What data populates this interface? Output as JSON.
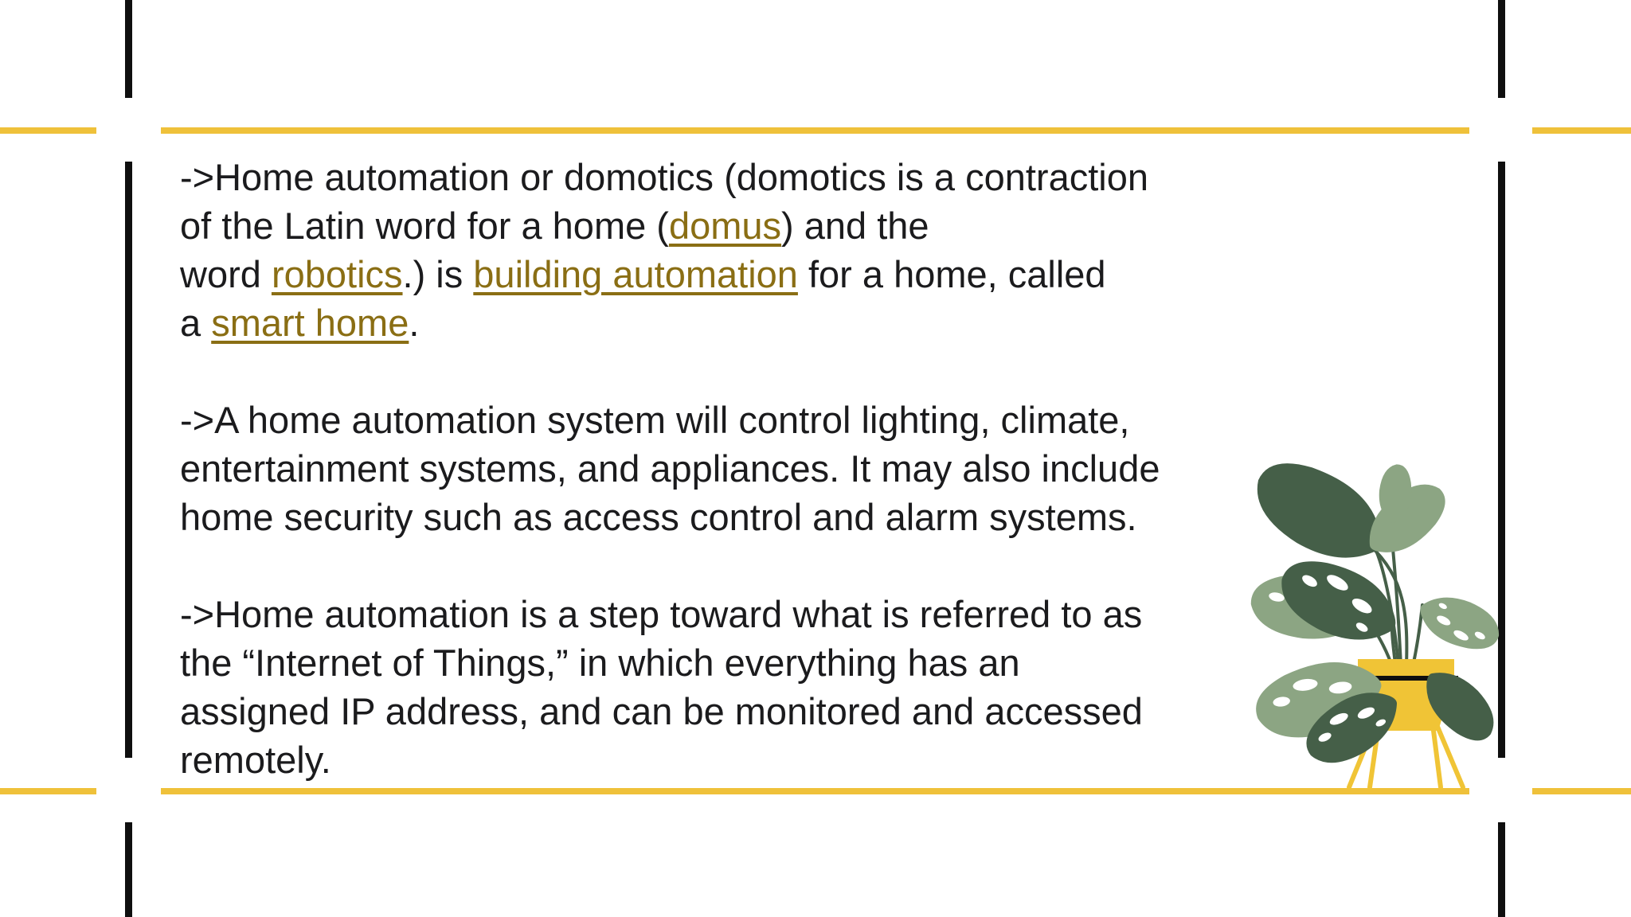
{
  "slide": {
    "kind": "presentation-slide",
    "paragraphs": [
      {
        "lines": [
          [
            {
              "t": "->Home automation or domotics (domotics is a contraction"
            }
          ],
          [
            {
              "t": "of the Latin word for a home ("
            },
            {
              "t": "domus",
              "link": "domus"
            },
            {
              "t": ") and the"
            }
          ],
          [
            {
              "t": "word "
            },
            {
              "t": "robotics",
              "link": "robotics"
            },
            {
              "t": ".) is "
            },
            {
              "t": "building automation",
              "link": "building-automation"
            },
            {
              "t": " for a home, called"
            }
          ],
          [
            {
              "t": "a "
            },
            {
              "t": "smart home",
              "link": "smart-home"
            },
            {
              "t": "."
            }
          ]
        ]
      },
      {
        "lines": [
          [
            {
              "t": "->A home automation system will control lighting, climate,"
            }
          ],
          [
            {
              "t": "entertainment systems, and appliances. It may also include"
            }
          ],
          [
            {
              "t": "home security such as access control and alarm systems."
            }
          ]
        ]
      },
      {
        "lines": [
          [
            {
              "t": "->Home automation is a step toward what is referred to as"
            }
          ],
          [
            {
              "t": "the “Internet of Things,” in which everything has an"
            }
          ],
          [
            {
              "t": "assigned IP address, and can be monitored and accessed"
            }
          ],
          [
            {
              "t": "remotely."
            }
          ]
        ]
      }
    ],
    "links": [
      "domus",
      "robotics",
      "building automation",
      "smart home"
    ],
    "plant_alt": "potted monstera plant illustration in yellow stand"
  },
  "colors": {
    "bg": "#FFFFFF",
    "yellow": "#EFC13A",
    "ink": "#0F0F0F",
    "text": "#1B1B1D",
    "link": "#8A6E14",
    "leaf_dark": "#455F48",
    "leaf_light": "#8CA583",
    "pot": "#F0C436"
  }
}
